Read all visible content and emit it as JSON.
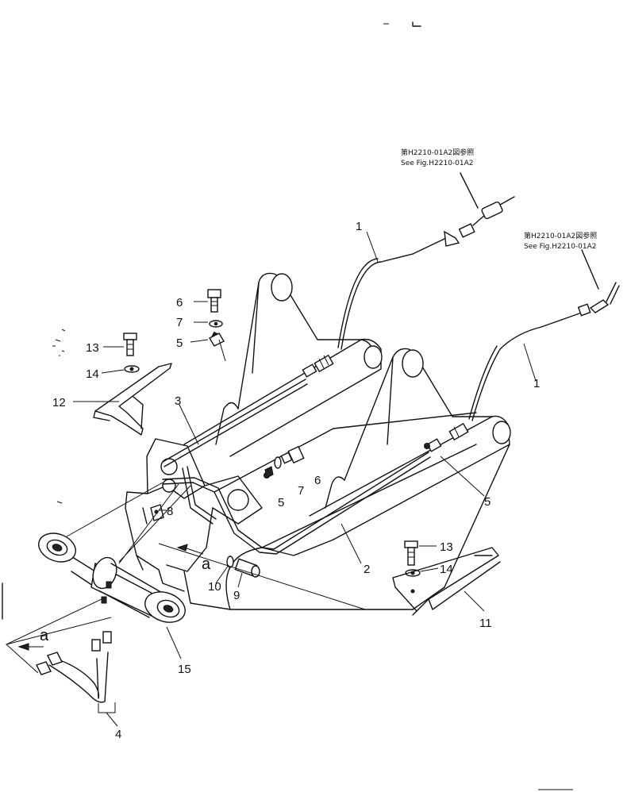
{
  "references": {
    "ref_top_jp": "第H2210-01A2図参照",
    "ref_top_en": "See Fig.H2210-01A2",
    "ref_right_jp": "第H2210-01A2図参照",
    "ref_right_en": "See Fig.H2210-01A2"
  },
  "callouts": {
    "c1a": "1",
    "c1b": "1",
    "c2": "2",
    "c3": "3",
    "c4": "4",
    "c5a": "5",
    "c5b": "5",
    "c5c": "5",
    "c6a": "6",
    "c6b": "6",
    "c7a": "7",
    "c7b": "7",
    "c8": "8",
    "c9": "9",
    "c10": "10",
    "c11": "11",
    "c12": "12",
    "c13a": "13",
    "c13b": "13",
    "c14a": "14",
    "c14b": "14",
    "c15": "15",
    "a1": "a",
    "a2": "a"
  }
}
